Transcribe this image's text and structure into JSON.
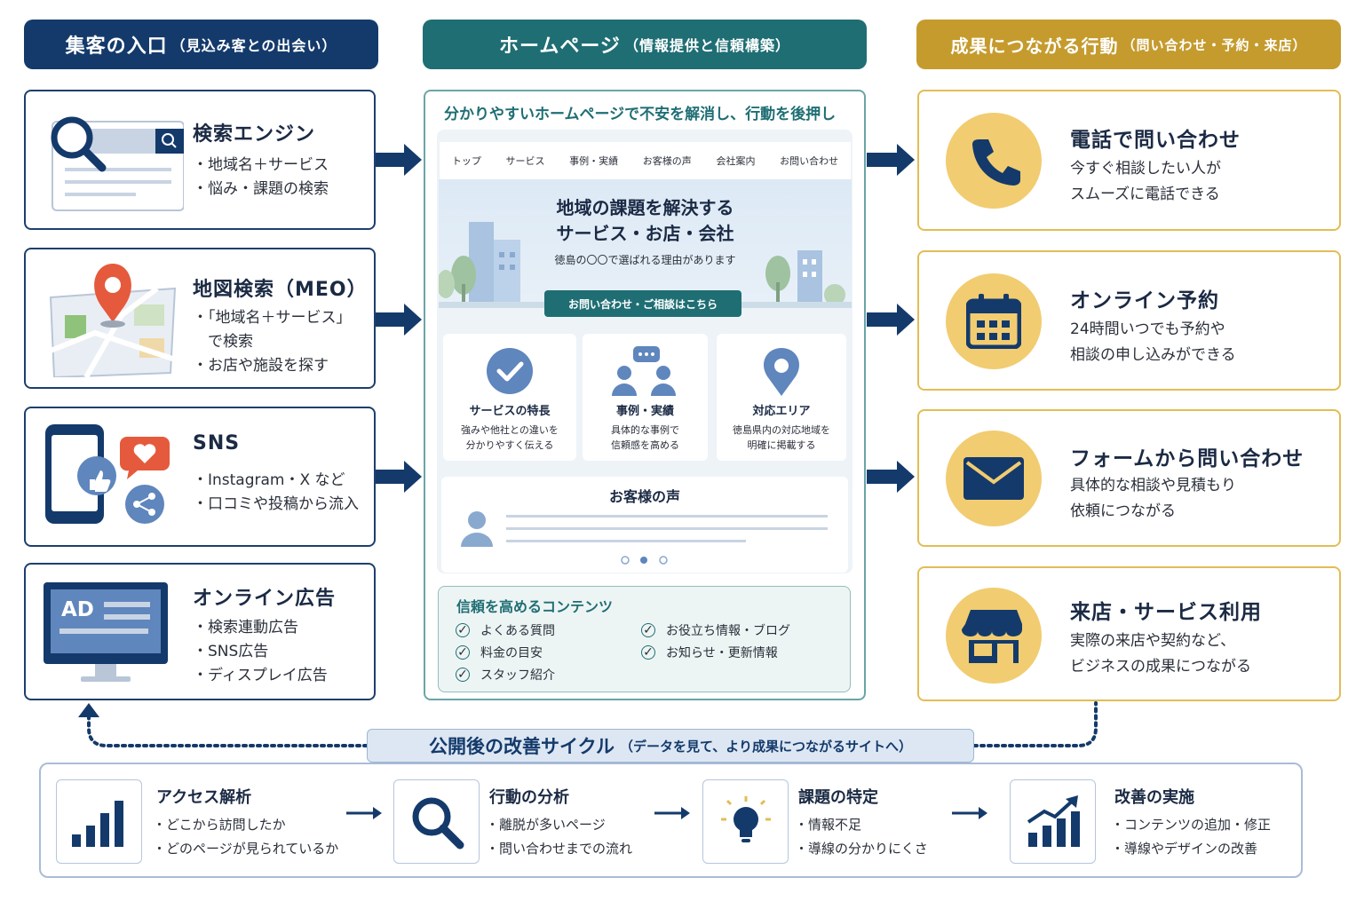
{
  "headers": {
    "left": {
      "title": "集客の入口",
      "sub": "（見込み客との出会い）"
    },
    "middle": {
      "title": "ホームページ",
      "sub": "（情報提供と信頼構築）"
    },
    "right": {
      "title": "成果につながる行動",
      "sub": "（問い合わせ・予約・来店）"
    }
  },
  "entries": [
    {
      "title": "検索エンジン",
      "items": [
        "地域名＋サービス",
        "悩み・課題の検索"
      ],
      "icon": "search-engine-icon"
    },
    {
      "title": "地図検索（MEO）",
      "items": [
        "「地域名＋サービス」",
        "お店や施設を探す"
      ],
      "extra": "で検索",
      "icon": "map-pin-icon"
    },
    {
      "title": "SNS",
      "items": [
        "Instagram・X など",
        "口コミや投稿から流入"
      ],
      "icon": "smartphone-icon"
    },
    {
      "title": "オンライン広告",
      "items": [
        "検索連動広告",
        "SNS広告",
        "ディスプレイ広告"
      ],
      "icon": "ad-monitor-icon",
      "ad_text": "AD"
    }
  ],
  "homepage": {
    "tagline": "分かりやすいホームページで不安を解消し、行動を後押し",
    "nav": [
      "トップ",
      "サービス",
      "事例・実績",
      "お客様の声",
      "会社案内",
      "お問い合わせ"
    ],
    "hero_title_1": "地域の課題を解決する",
    "hero_title_2": "サービス・お店・会社",
    "hero_sub": "徳島の〇〇で選ばれる理由があります",
    "cta": "お問い合わせ・ご相談はこちら",
    "features": [
      {
        "title": "サービスの特長",
        "lines": [
          "強みや他社との違いを",
          "分かりやすく伝える"
        ]
      },
      {
        "title": "事例・実績",
        "lines": [
          "具体的な事例で",
          "信頼感を高める"
        ]
      },
      {
        "title": "対応エリア",
        "lines": [
          "徳島県内の対応地域を",
          "明確に掲載する"
        ]
      }
    ],
    "voice_title": "お客様の声",
    "trust_title": "信頼を高めるコンテンツ",
    "trust_items": [
      "よくある質問",
      "料金の目安",
      "スタッフ紹介",
      "お役立ち情報・ブログ",
      "お知らせ・更新情報"
    ]
  },
  "actions": [
    {
      "title": "電話で問い合わせ",
      "lines": [
        "今すぐ相談したい人が",
        "スムーズに電話できる"
      ],
      "icon": "phone-icon"
    },
    {
      "title": "オンライン予約",
      "lines": [
        "24時間いつでも予約や",
        "相談の申し込みができる"
      ],
      "icon": "calendar-icon"
    },
    {
      "title": "フォームから問い合わせ",
      "lines": [
        "具体的な相談や見積もり",
        "依頼につながる"
      ],
      "icon": "mail-icon"
    },
    {
      "title": "来店・サービス利用",
      "lines": [
        "実際の来店や契約など、",
        "ビジネスの成果につながる"
      ],
      "icon": "store-icon"
    }
  ],
  "cycle": {
    "title": "公開後の改善サイクル",
    "sub": "（データを見て、より成果につながるサイトへ）",
    "steps": [
      {
        "title": "アクセス解析",
        "items": [
          "どこから訪問したか",
          "どのページが見られているか"
        ],
        "icon": "bar-chart-icon"
      },
      {
        "title": "行動の分析",
        "items": [
          "離脱が多いページ",
          "問い合わせまでの流れ"
        ],
        "icon": "magnifier-icon"
      },
      {
        "title": "課題の特定",
        "items": [
          "情報不足",
          "導線の分かりにくさ"
        ],
        "icon": "lightbulb-icon"
      },
      {
        "title": "改善の実施",
        "items": [
          "コンテンツの追加・修正",
          "導線やデザインの改善"
        ],
        "icon": "growth-chart-icon"
      }
    ]
  },
  "colors": {
    "navy": "#143a6b",
    "teal": "#1f6e74",
    "gold": "#c59b2e",
    "gold_light": "#f1cc71"
  }
}
